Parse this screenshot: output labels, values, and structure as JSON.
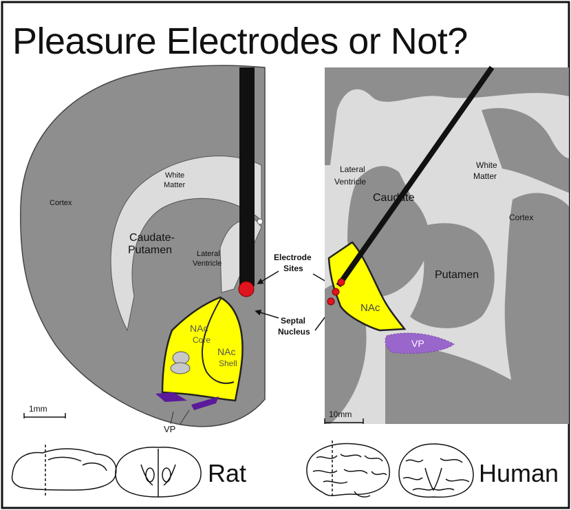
{
  "title": "Pleasure Electrodes or Not?",
  "rat": {
    "label": "Rat",
    "regions": {
      "cortex": "Cortex",
      "white_matter_1": "White",
      "white_matter_2": "Matter",
      "caudate_1": "Caudate-",
      "caudate_2": "Putamen",
      "lateral_1": "Lateral",
      "lateral_2": "Ventricle",
      "nac_core_1": "NAc",
      "nac_core_2": "Core",
      "nac_shell_1": "NAc",
      "nac_shell_2": "Shell",
      "vp": "VP"
    },
    "scale_bar": "1mm"
  },
  "center": {
    "electrode_1": "Electrode",
    "electrode_2": "Sites",
    "septal_1": "Septal",
    "septal_2": "Nucleus"
  },
  "human": {
    "label": "Human",
    "regions": {
      "lateral_1": "Lateral",
      "lateral_2": "Ventricle",
      "caudate": "Caudate",
      "white_matter_1": "White",
      "white_matter_2": "Matter",
      "cortex": "Cortex",
      "putamen": "Putamen",
      "nac": "NAc",
      "vp": "VP"
    },
    "scale_bar": "10mm"
  },
  "colors": {
    "tissue": "#8e8e8e",
    "white_matter": "#dcdcdc",
    "nac": "#ffff00",
    "vp": "#5a1a9a",
    "vp_human": "#9966cc",
    "electrode_site": "#e0141e"
  }
}
